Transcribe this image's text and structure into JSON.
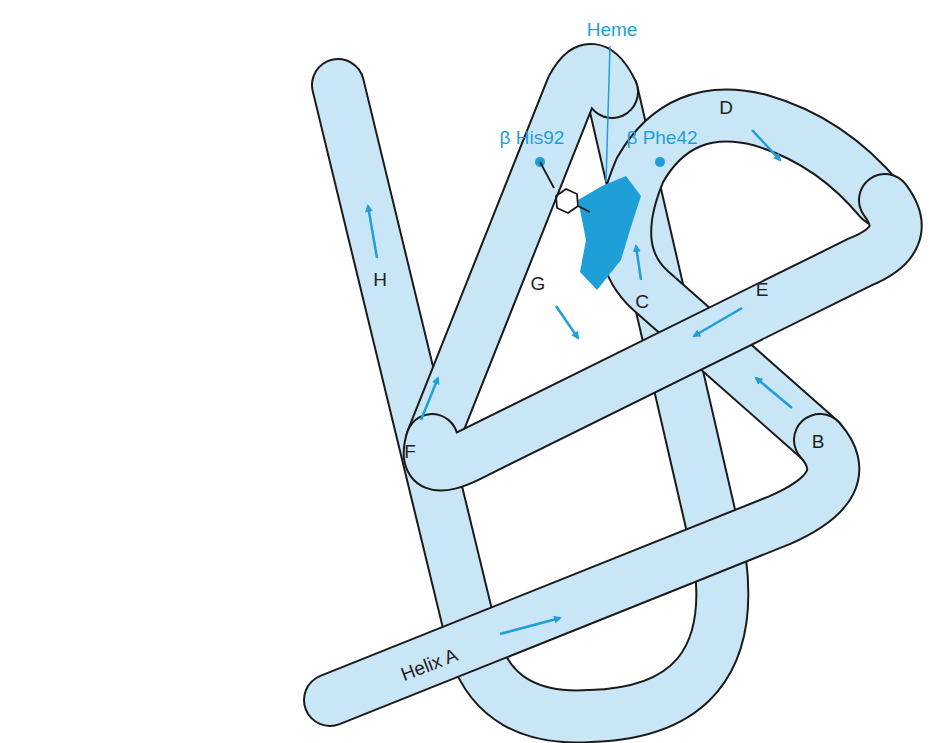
{
  "diagram": {
    "labels": [
      "Heme",
      "β His92",
      "β Phe42",
      "D",
      "H",
      "G",
      "C",
      "E",
      "B",
      "F",
      "Helix A"
    ]
  }
}
